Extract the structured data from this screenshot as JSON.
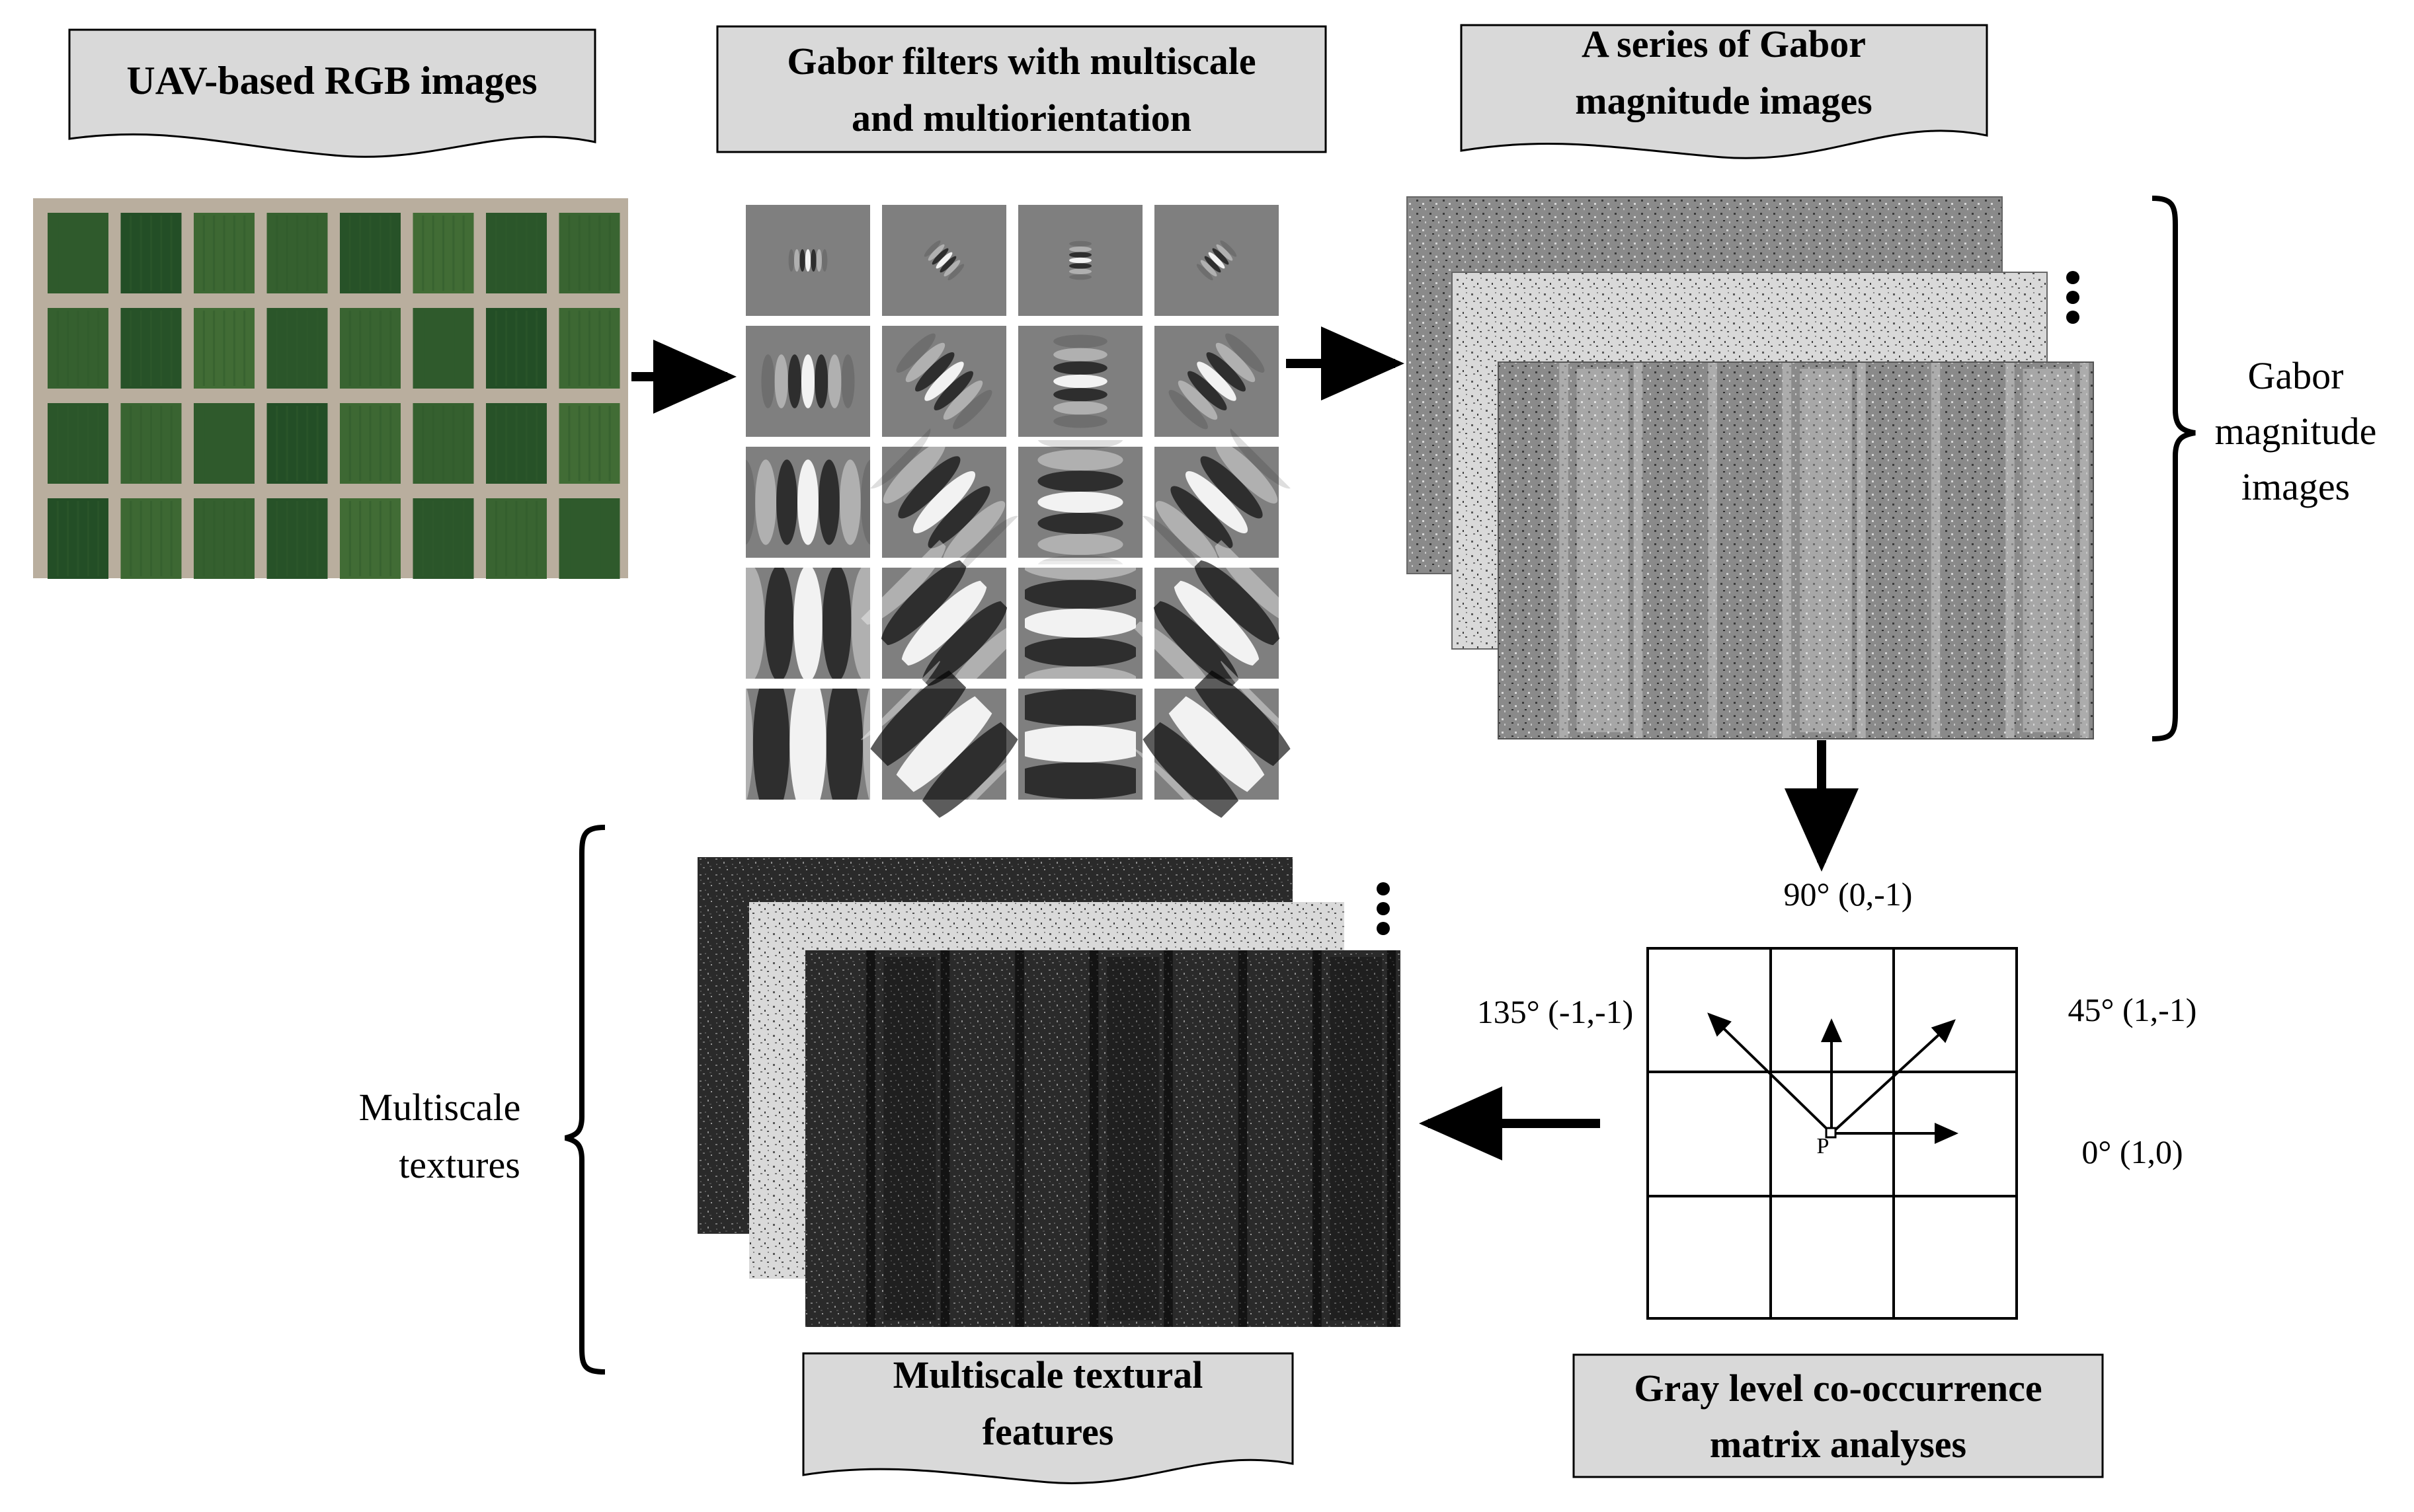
{
  "labels": {
    "uav_images": "UAV-based RGB images",
    "gabor_filters_line1": "Gabor filters with multiscale",
    "gabor_filters_line2": "and multiorientation",
    "series_line1": "A series of Gabor",
    "series_line2": "magnitude images",
    "gabor_mag_line1": "Gabor",
    "gabor_mag_line2": "magnitude",
    "gabor_mag_line3": "images",
    "multiscale_textures_line1": "Multiscale",
    "multiscale_textures_line2": "textures",
    "textural_line1": "Multiscale textural",
    "textural_line2": "features",
    "glcm_line1": "Gray level co-occurrence",
    "glcm_line2": "matrix analyses",
    "dir_90": "90° (0,-1)",
    "dir_135": "135° (-1,-1)",
    "dir_45": "45° (1,-1)",
    "dir_0": "0° (1,0)",
    "center_pixel": "P"
  },
  "gabor_filters": {
    "scales": 5,
    "orientations_deg": [
      90,
      45,
      0,
      135
    ]
  },
  "colors": {
    "label_box_fill": "#d9d9d9",
    "filter_background": "#7f7f7f",
    "field_green": "#2f5a2c",
    "field_path": "#b9ae9e"
  }
}
